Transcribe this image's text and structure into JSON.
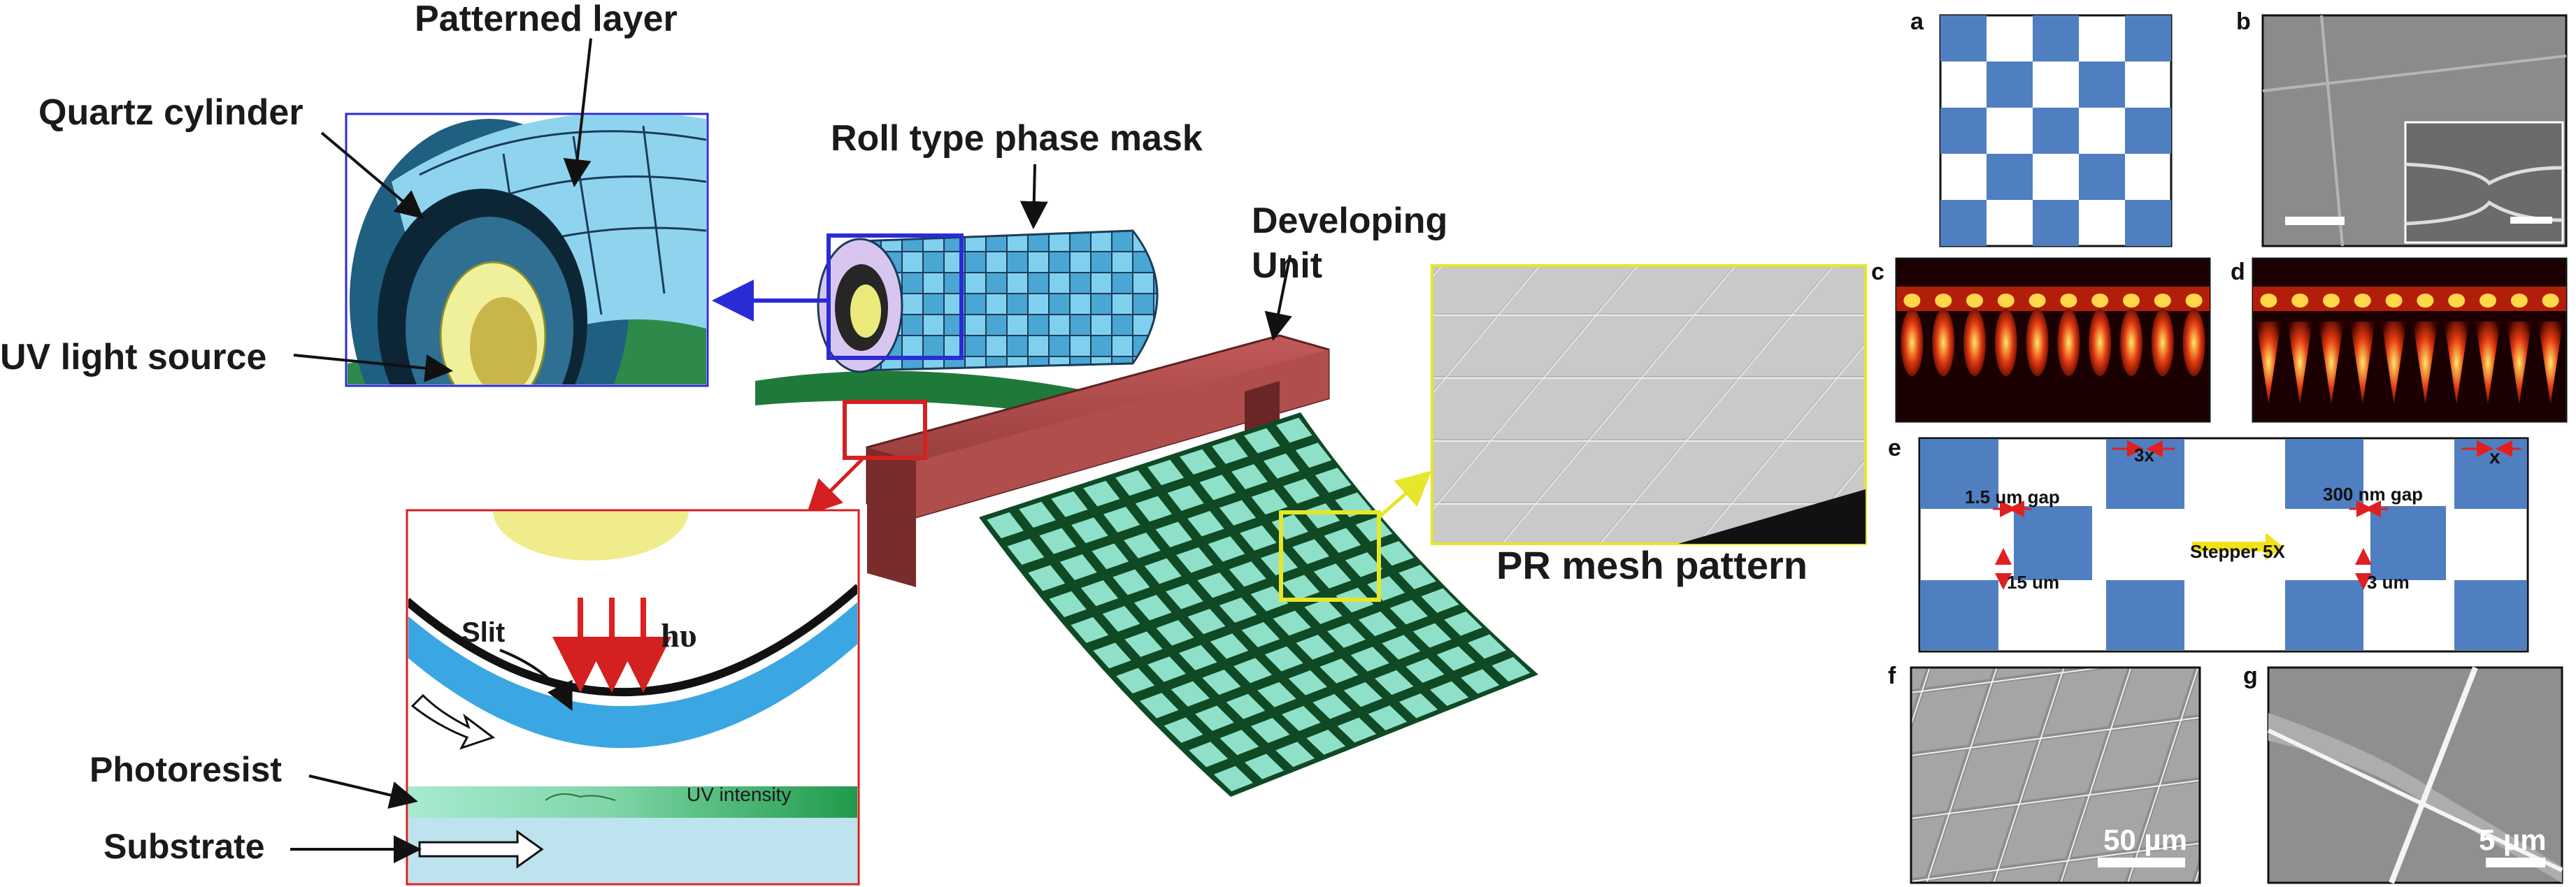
{
  "labels": {
    "patterned_layer": "Patterned layer",
    "quartz_cylinder": "Quartz cylinder",
    "uv_light_source": "UV light source",
    "roll_type_phase_mask": "Roll type phase mask",
    "developing_unit_line1": "Developing",
    "developing_unit_line2": "Unit",
    "pr_mesh_pattern": "PR mesh pattern",
    "slit": "Slit",
    "h_nu": "hυ",
    "photoresist": "Photoresist",
    "substrate": "Substrate",
    "uv_intensity": "UV intensity"
  },
  "panels": {
    "a": "a",
    "b": "b",
    "c": "c",
    "d": "d",
    "e": "e",
    "f": "f",
    "g": "g"
  },
  "panel_e": {
    "gap_left": "1.5 um gap",
    "size_left": "15 um",
    "three_x": "3x",
    "stepper": "Stepper 5X",
    "gap_right": "300 nm gap",
    "size_right": "3 um",
    "x": "x"
  },
  "scalebars": {
    "f": "50 µm",
    "g": "5 µm"
  },
  "colors": {
    "checker_blue": "#4f7fc0",
    "frame_blue": "#2b2bd6",
    "frame_red": "#d42020",
    "frame_yellow": "#e6e62a",
    "mesh_green": "#1d6b3a",
    "mesh_cell": "#8fe0c8",
    "developer_red": "#a94848",
    "arrow_red": "#e02020"
  }
}
